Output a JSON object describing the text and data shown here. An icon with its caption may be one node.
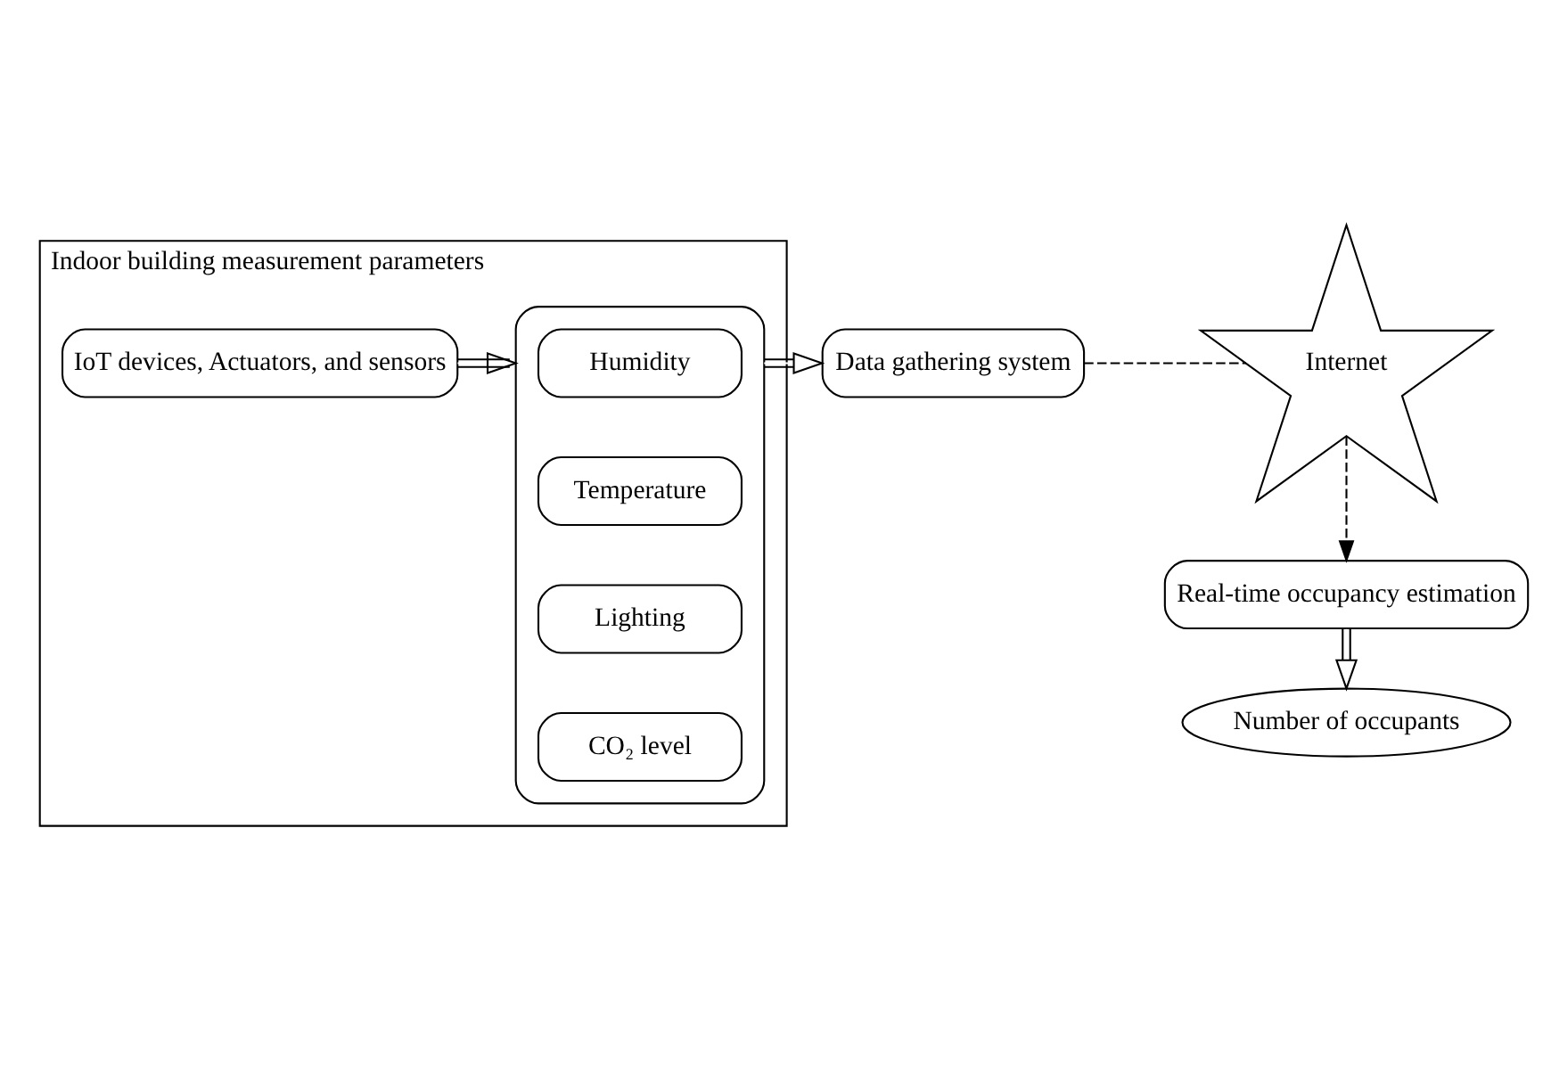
{
  "diagram": {
    "nodes": [
      {
        "text": [
          "Indoor building measurement parameters"
        ]
      },
      {
        "text": [
          "IoT devices, Actuators, and sensors"
        ],
        "in": 0
      },
      {
        "text": [],
        "shape": "box",
        "in": 0
      },
      {
        "text": [
          "Humidity"
        ],
        "in": 2
      },
      {
        "text": [
          "Temperature"
        ],
        "in": 2
      },
      {
        "text": [
          "Lighting"
        ],
        "in": 2
      },
      {
        "text": [
          "CO₂ level"
        ],
        "in": 2
      },
      {
        "text": [
          "Data gathering system"
        ]
      },
      {
        "text": [
          "Internet"
        ]
      },
      {
        "text": [
          "Real-time occupancy estimation"
        ]
      },
      {
        "text": [
          "Number of occupants"
        ]
      }
    ],
    "edges": [
      {
        "from": 1,
        "to": 2,
        "arrow": "to"
      },
      {
        "from": 2,
        "to": 7,
        "arrow": "to"
      },
      {
        "from": 7,
        "to": 8,
        "arrow": "none",
        "style": "dashed"
      },
      {
        "from": 8,
        "to": 9,
        "arrow": "to",
        "style": "dashed"
      },
      {
        "from": 9,
        "to": 10,
        "arrow": "to"
      }
    ]
  }
}
